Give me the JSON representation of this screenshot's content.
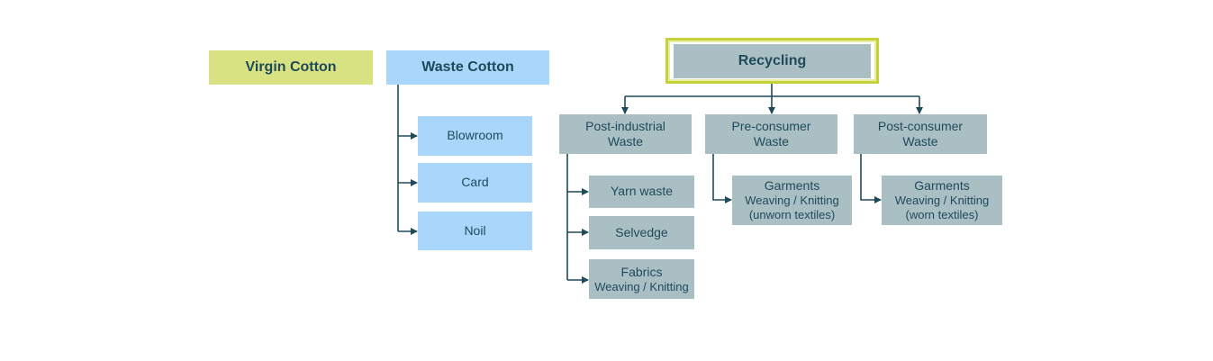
{
  "nodes": {
    "virgin_cotton": "Virgin Cotton",
    "waste_cotton": "Waste Cotton",
    "recycling": "Recycling",
    "blowroom": "Blowroom",
    "card": "Card",
    "noil": "Noil",
    "post_industrial": {
      "line1": "Post-industrial",
      "line2": "Waste"
    },
    "pre_consumer": {
      "line1": "Pre-consumer",
      "line2": "Waste"
    },
    "post_consumer": {
      "line1": "Post-consumer",
      "line2": "Waste"
    },
    "yarn_waste": "Yarn waste",
    "selvedge": "Selvedge",
    "fabrics": {
      "line1": "Fabrics",
      "line2": "Weaving / Knitting"
    },
    "garments_unworn": {
      "line1": "Garments",
      "line2": "Weaving / Knitting",
      "line3": "(unworn textiles)"
    },
    "garments_worn": {
      "line1": "Garments",
      "line2": "Weaving / Knitting",
      "line3": "(worn textiles)"
    }
  },
  "colors": {
    "virgin": "#d9e283",
    "waste_cotton": "#a9d7fb",
    "recycling": "#aabfc4",
    "connector": "#1f4a5a",
    "frame": "#c6d23a"
  }
}
